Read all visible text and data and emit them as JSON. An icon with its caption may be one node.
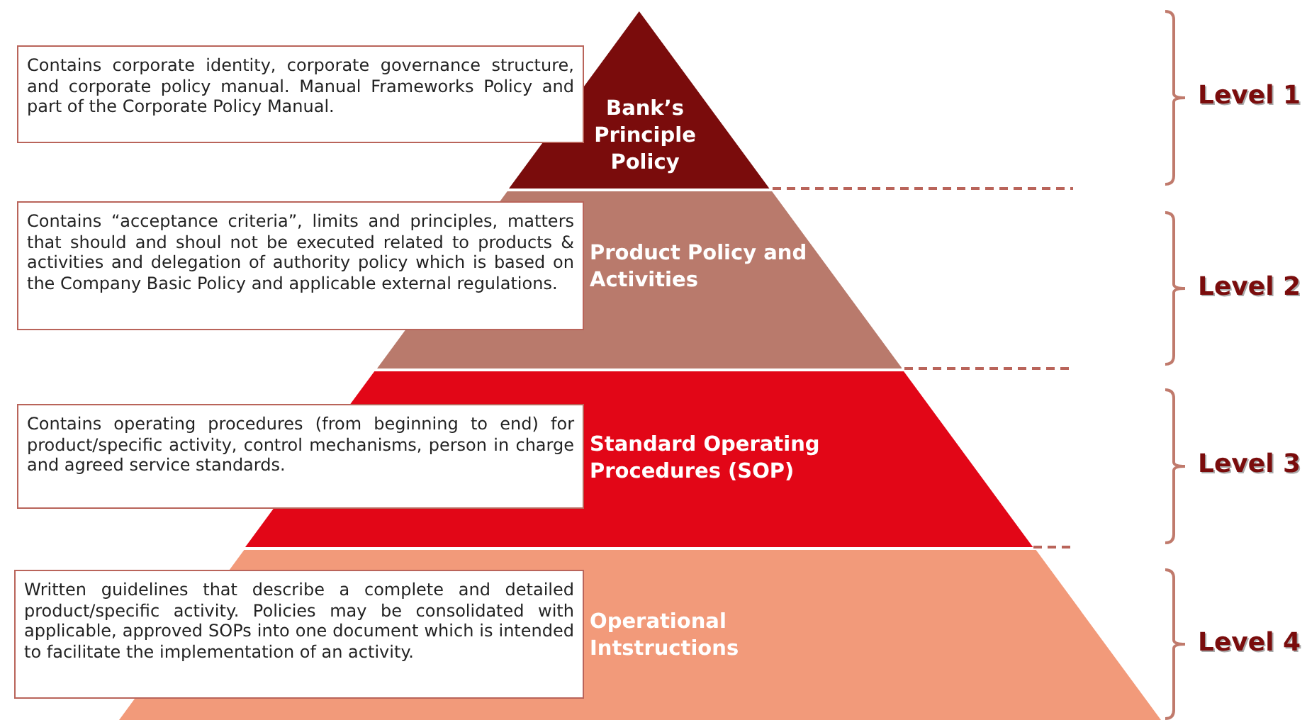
{
  "diagram": {
    "nodes": [
      {
        "text": [
          "Bank’s Principle Policy"
        ]
      },
      {
        "text": [
          "Product Policy and Activities"
        ]
      },
      {
        "text": [
          "Standard Operating Procedures (SOP)"
        ]
      },
      {
        "text": [
          "Operational Intstructions"
        ]
      },
      {
        "text": [
          "Contains corporate identity, corporate governance structure, and corporate policy manual. Manual Frameworks Policy and part of the Corporate Policy Manual."
        ]
      },
      {
        "text": [
          "Contains “acceptance criteria”, limits and principles, matters that should and shoul not be executed related to products & activities and delegation of authority policy which is based on the Company Basic Policy and applicable external regulations."
        ]
      },
      {
        "text": [
          "Contains operating procedures (from beginning to end) for product/specific activity, control mechanisms, person in charge and agreed service standards."
        ]
      },
      {
        "text": [
          "Written guidelines that describe a complete and detailed product/specific activity. Policies may be consolidated with applicable, approved SOPs into one document which is intended to facilitate the implementation of an activity."
        ]
      }
    ],
    "labels": [
      "Level 1",
      "Level 2",
      "Level 3",
      "Level 4"
    ]
  }
}
